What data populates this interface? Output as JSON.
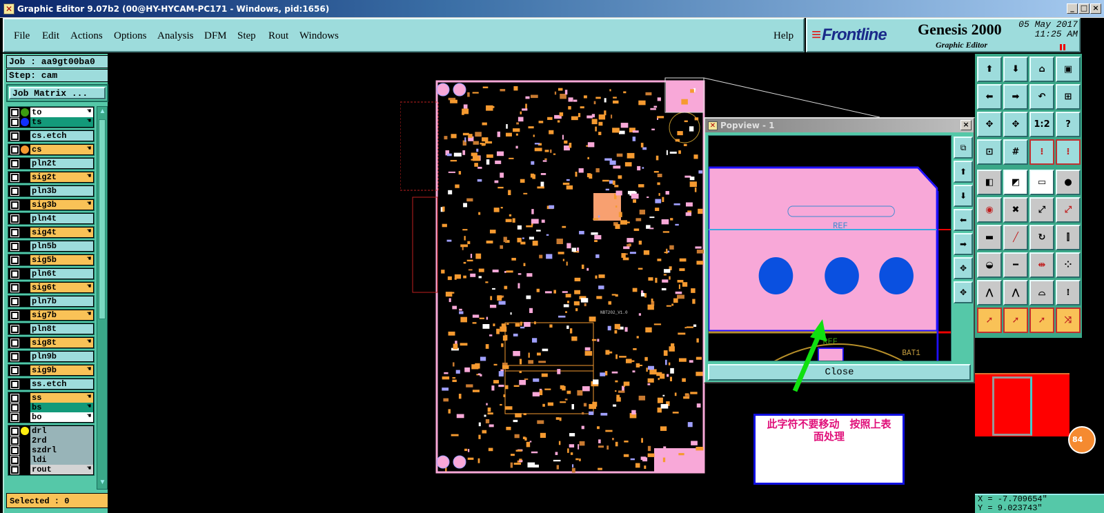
{
  "window": {
    "title": "Graphic Editor 9.07b2 (00@HY-HYCAM-PC171 - Windows, pid:1656)",
    "minimize": "_",
    "maximize": "□",
    "close": "×"
  },
  "menu": [
    {
      "label": "File"
    },
    {
      "label": "Edit"
    },
    {
      "label": "Actions"
    },
    {
      "label": "Options"
    },
    {
      "label": "Analysis"
    },
    {
      "label": "DFM"
    },
    {
      "label": "Step"
    },
    {
      "label": "Rout"
    },
    {
      "label": "Windows"
    },
    {
      "label": "Help"
    }
  ],
  "brand": {
    "logo": "Frontline",
    "product": "Genesis 2000",
    "subtitle": "Graphic Editor",
    "date": "05 May 2017",
    "time": "11:25 AM"
  },
  "left_panel": {
    "job": "Job : aa9gt00ba0",
    "step": "Step: cam",
    "job_matrix": "Job Matrix ...",
    "selected": "Selected : 0",
    "layer_groups": [
      [
        {
          "name": "to",
          "type": "silk",
          "dot": "#3c9a10",
          "editable": true
        },
        {
          "name": "ts",
          "type": "mask",
          "dot": "#1030ff",
          "editable": true
        }
      ],
      [
        {
          "name": "cs.etch",
          "type": "plane"
        }
      ],
      [
        {
          "name": "cs",
          "type": "signal",
          "dot": "#f59a30",
          "editable": true
        }
      ],
      [
        {
          "name": "pln2t",
          "type": "plane"
        }
      ],
      [
        {
          "name": "sig2t",
          "type": "signal",
          "editable": true
        }
      ],
      [
        {
          "name": "pln3b",
          "type": "plane"
        }
      ],
      [
        {
          "name": "sig3b",
          "type": "signal",
          "editable": true
        }
      ],
      [
        {
          "name": "pln4t",
          "type": "plane"
        }
      ],
      [
        {
          "name": "sig4t",
          "type": "signal",
          "editable": true
        }
      ],
      [
        {
          "name": "pln5b",
          "type": "plane"
        }
      ],
      [
        {
          "name": "sig5b",
          "type": "signal",
          "editable": true
        }
      ],
      [
        {
          "name": "pln6t",
          "type": "plane"
        }
      ],
      [
        {
          "name": "sig6t",
          "type": "signal",
          "editable": true
        }
      ],
      [
        {
          "name": "pln7b",
          "type": "plane"
        }
      ],
      [
        {
          "name": "sig7b",
          "type": "signal",
          "editable": true
        }
      ],
      [
        {
          "name": "pln8t",
          "type": "plane"
        }
      ],
      [
        {
          "name": "sig8t",
          "type": "signal",
          "editable": true
        }
      ],
      [
        {
          "name": "pln9b",
          "type": "plane"
        }
      ],
      [
        {
          "name": "sig9b",
          "type": "signal",
          "editable": true
        }
      ],
      [
        {
          "name": "ss.etch",
          "type": "plane"
        }
      ],
      [
        {
          "name": "ss",
          "type": "signal",
          "editable": true
        },
        {
          "name": "bs",
          "type": "mask",
          "editable": true
        },
        {
          "name": "bo",
          "type": "silk",
          "editable": true
        }
      ],
      [
        {
          "name": "drl",
          "type": "drill",
          "dot": "#ffee10"
        },
        {
          "name": "2rd",
          "type": "drill"
        },
        {
          "name": "szdrl",
          "type": "drill"
        },
        {
          "name": "ldi",
          "type": "drill"
        },
        {
          "name": "rout",
          "type": "rout",
          "editable": true
        }
      ]
    ]
  },
  "colors": {
    "signal": "#f9c257",
    "plane": "#9ddcdc",
    "silk": "#ffffff",
    "mask": "#139a7a",
    "drill": "#98b4b8",
    "rout": "#d4d4d4"
  },
  "toolbar": {
    "buttons": [
      {
        "icon": "move-up-icon",
        "glyph": "⬆"
      },
      {
        "icon": "move-down-icon",
        "glyph": "⬇"
      },
      {
        "icon": "home-icon",
        "glyph": "⌂"
      },
      {
        "icon": "zoom-window-icon",
        "glyph": "▣"
      },
      {
        "icon": "move-left-icon",
        "glyph": "⬅"
      },
      {
        "icon": "move-right-icon",
        "glyph": "➡"
      },
      {
        "icon": "undo-view-icon",
        "glyph": "↶"
      },
      {
        "icon": "zoom-in-icon",
        "glyph": "⊞"
      },
      {
        "icon": "zoom-out-icon",
        "glyph": "✥"
      },
      {
        "icon": "zoom-fit-icon",
        "glyph": "✥"
      },
      {
        "icon": "scale-1-2-icon",
        "glyph": "1:2"
      },
      {
        "icon": "help-icon",
        "glyph": "?"
      },
      {
        "icon": "snap-icon",
        "glyph": "⊡"
      },
      {
        "icon": "grid-icon",
        "glyph": "#"
      },
      {
        "icon": "netlist-icon",
        "glyph": "⁝"
      },
      {
        "icon": "layers-icon",
        "glyph": "⁝"
      },
      {
        "icon": "measure-icon",
        "glyph": "◧"
      },
      {
        "icon": "measure-box-icon",
        "glyph": "◩"
      },
      {
        "icon": "ruler-icon",
        "glyph": "▭"
      },
      {
        "icon": "record-icon",
        "glyph": "●"
      },
      {
        "icon": "pad-icon",
        "glyph": "◉"
      },
      {
        "icon": "delete-x-icon",
        "glyph": "✖"
      },
      {
        "icon": "connect-icon",
        "glyph": "⤢"
      },
      {
        "icon": "connect2-icon",
        "glyph": "⤢"
      },
      {
        "icon": "line-icon",
        "glyph": "▬"
      },
      {
        "icon": "line-draw-icon",
        "glyph": "╱"
      },
      {
        "icon": "rotate-icon",
        "glyph": "↻"
      },
      {
        "icon": "mirror-icon",
        "glyph": "⫿"
      },
      {
        "icon": "arc-icon",
        "glyph": "◒"
      },
      {
        "icon": "line-horizontal-icon",
        "glyph": "━"
      },
      {
        "icon": "spacing-icon",
        "glyph": "⇹"
      },
      {
        "icon": "pads-icon",
        "glyph": "⁘"
      },
      {
        "icon": "offset-icon",
        "glyph": "⋀"
      },
      {
        "icon": "peak-icon",
        "glyph": "⋀"
      },
      {
        "icon": "bridge-icon",
        "glyph": "⌓"
      },
      {
        "icon": "text-icon",
        "glyph": "⁞"
      },
      {
        "icon": "select-icon",
        "glyph": "➚"
      },
      {
        "icon": "select-icon",
        "glyph": "➚"
      },
      {
        "icon": "select-shape-icon",
        "glyph": "➚"
      },
      {
        "icon": "select-net-icon",
        "glyph": "⤨"
      }
    ]
  },
  "popview": {
    "title": "Popview - 1",
    "close": "Close",
    "labels": {
      "ref_top": "REF",
      "ref_bottom": "REF",
      "bat": "BAT1"
    },
    "tools": [
      {
        "icon": "popview-copy-icon",
        "glyph": "⧉"
      },
      {
        "icon": "popview-up-icon",
        "glyph": "⬆"
      },
      {
        "icon": "popview-down-icon",
        "glyph": "⬇"
      },
      {
        "icon": "popview-left-icon",
        "glyph": "⬅"
      },
      {
        "icon": "popview-right-icon",
        "glyph": "➡"
      },
      {
        "icon": "popview-zoom-in-icon",
        "glyph": "✥"
      },
      {
        "icon": "popview-zoom-out-icon",
        "glyph": "✥"
      }
    ]
  },
  "pcb": {
    "silk_label": "NBT202_V1.0",
    "pad_label": "84"
  },
  "annotation": {
    "line1": "此字符不要移动　按照上表",
    "line2": "面处理"
  },
  "coords": {
    "x": "X = -7.709654\"",
    "y": "Y = 9.023743\""
  }
}
